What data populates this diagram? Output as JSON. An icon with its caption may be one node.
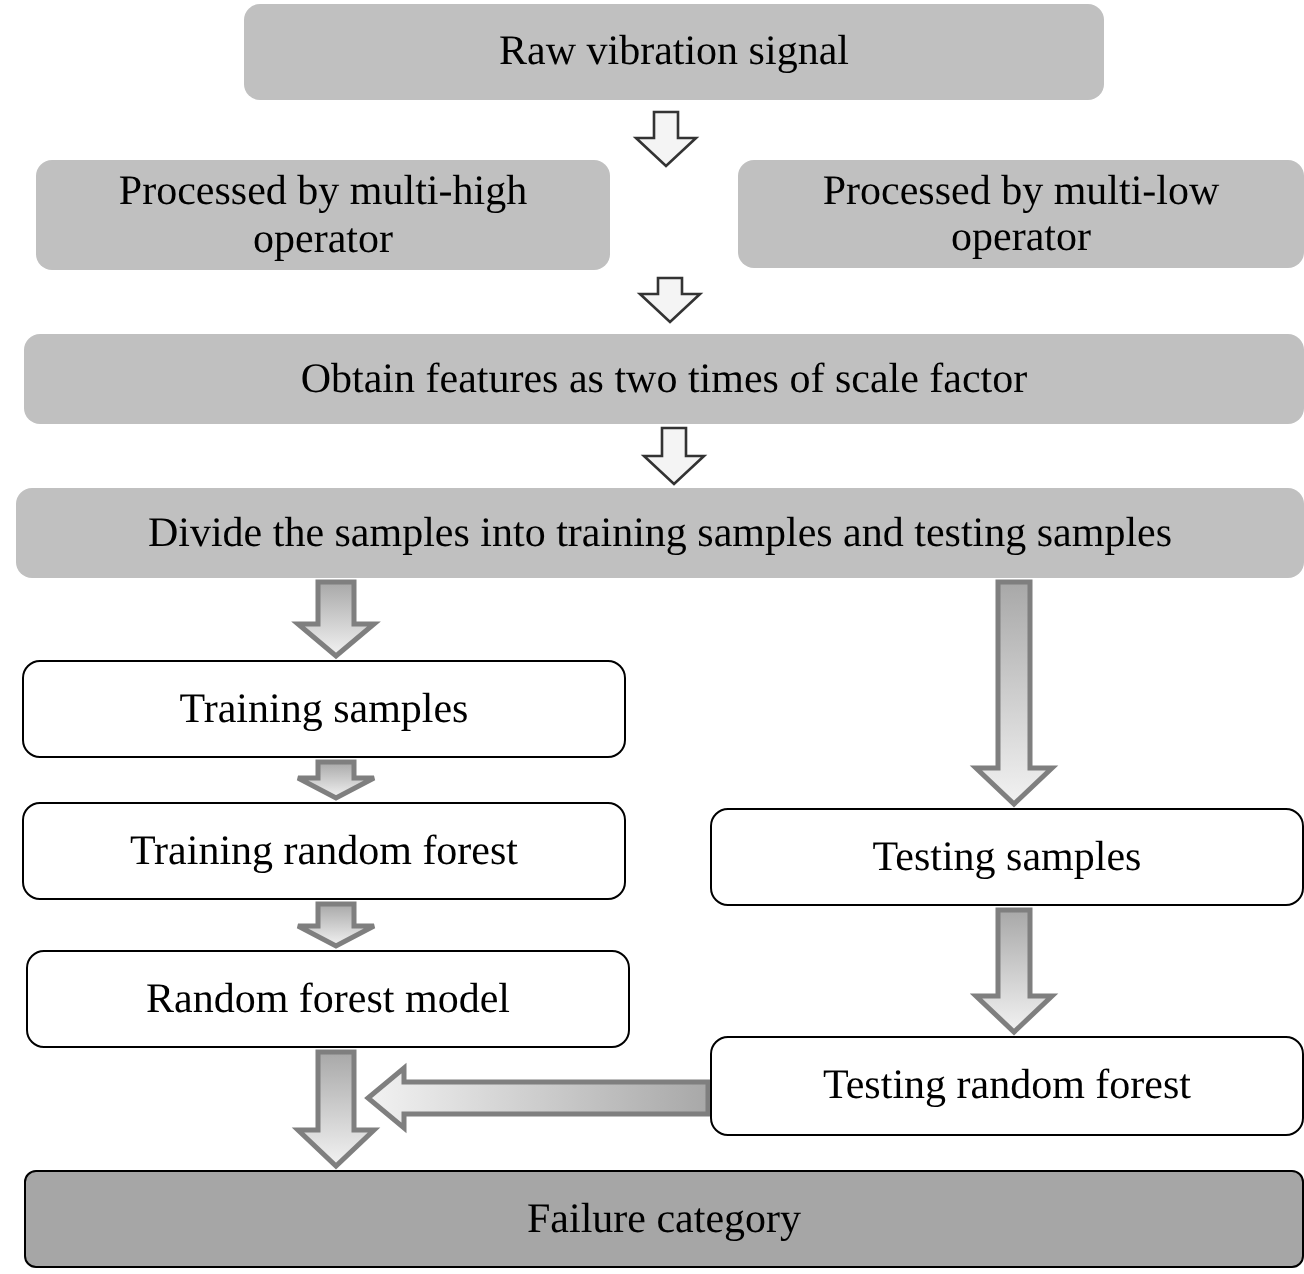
{
  "diagram": {
    "nodes": [
      {
        "text": [
          "Raw vibration signal"
        ]
      },
      {
        "text": [
          "Processed by multi-high operator"
        ]
      },
      {
        "text": [
          "Processed by multi-low operator"
        ]
      },
      {
        "text": [
          "Obtain features as two times of scale factor"
        ]
      },
      {
        "text": [
          "Divide the samples into training samples and testing samples"
        ]
      },
      {
        "text": [
          "Training samples"
        ]
      },
      {
        "text": [
          "Training random forest"
        ]
      },
      {
        "text": [
          "Testing samples"
        ]
      },
      {
        "text": [
          "Random forest model"
        ]
      },
      {
        "text": [
          "Testing random forest"
        ]
      },
      {
        "text": [
          "Failure category"
        ]
      }
    ],
    "edges": [
      {
        "from": 0,
        "to": 1,
        "arrow": "to"
      },
      {
        "from": 0,
        "to": 2,
        "arrow": "to"
      },
      {
        "from": 1,
        "to": 3,
        "arrow": "to"
      },
      {
        "from": 2,
        "to": 3,
        "arrow": "to"
      },
      {
        "from": 3,
        "to": 4,
        "arrow": "to"
      },
      {
        "from": 4,
        "to": 5,
        "arrow": "to"
      },
      {
        "from": 4,
        "to": 7,
        "arrow": "to"
      },
      {
        "from": 5,
        "to": 6,
        "arrow": "to"
      },
      {
        "from": 6,
        "to": 8,
        "arrow": "to"
      },
      {
        "from": 7,
        "to": 9,
        "arrow": "to"
      },
      {
        "from": 8,
        "to": 10,
        "arrow": "to"
      },
      {
        "from": 9,
        "to": 10,
        "arrow": "to"
      }
    ]
  }
}
